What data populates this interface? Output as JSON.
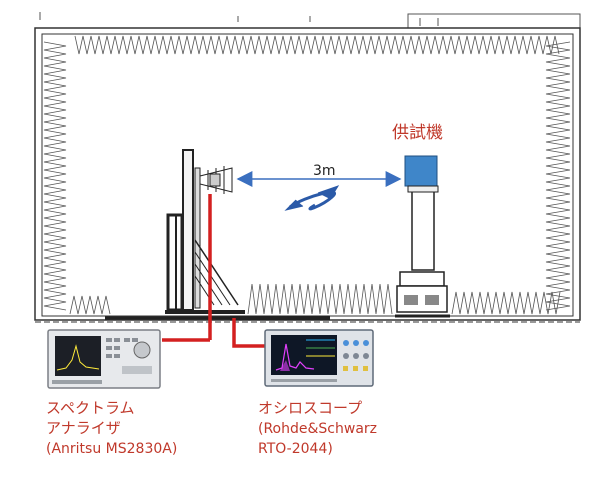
{
  "diagram": {
    "distance_label": "3m",
    "dut_label": "供試機",
    "spectrum_analyzer": {
      "name_line1": "スペクトラム",
      "name_line2": "アナライザ",
      "model": "(Anritsu MS2830A)"
    },
    "oscilloscope": {
      "name": "オシロスコープ",
      "model_line1": "(Rohde&Schwarz",
      "model_line2": "RTO-2044)"
    }
  },
  "colors": {
    "cable": "#d42020",
    "label_red": "#c0392b",
    "dut_box": "#3f86c9",
    "arrow_blue": "#3a6fbf",
    "chamber_line": "#333333"
  }
}
